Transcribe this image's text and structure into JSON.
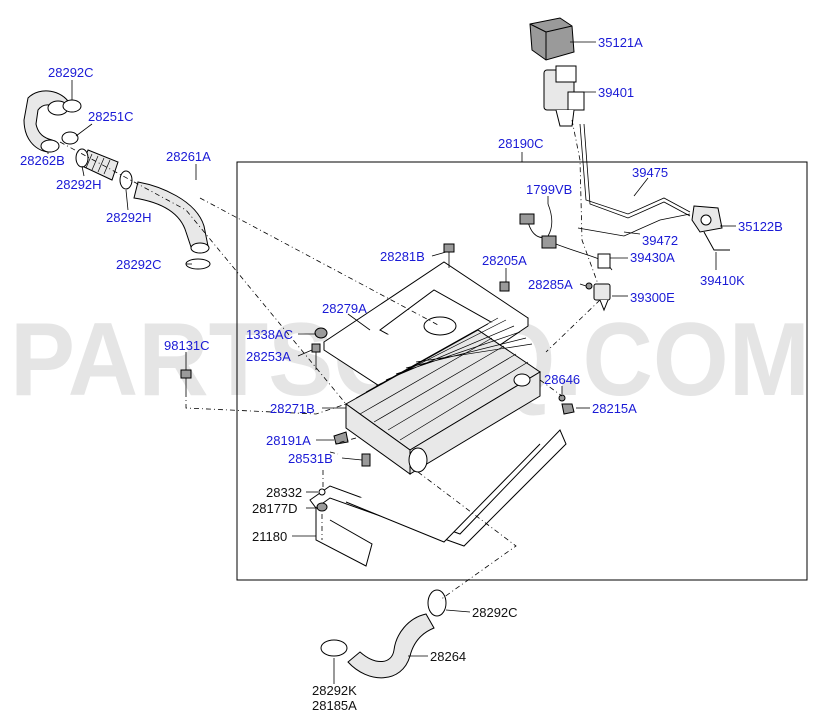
{
  "watermark": "PARTSOUQ.COM",
  "colors": {
    "callout_blue": "#1a1ad6",
    "callout_black": "#111111"
  },
  "callouts": {
    "c35121A": "35121A",
    "c39401": "39401",
    "c28292C_top": "28292C",
    "c28251C": "28251C",
    "c28190C": "28190C",
    "c28262B": "28262B",
    "c28261A": "28261A",
    "c28292H_a": "28292H",
    "c28292H_b": "28292H",
    "c39475": "39475",
    "c1799VB": "1799VB",
    "c35122B": "35122B",
    "c39472": "39472",
    "c28281B": "28281B",
    "c28205A": "28205A",
    "c39430A": "39430A",
    "c28292C_mid": "28292C",
    "c39410K": "39410K",
    "c28285A": "28285A",
    "c39300E": "39300E",
    "c28279A": "28279A",
    "c1338AC": "1338AC",
    "c98131C": "98131C",
    "c28253A": "28253A",
    "c28646": "28646",
    "c28271B": "28271B",
    "c28215A": "28215A",
    "c28191A": "28191A",
    "c28531B": "28531B",
    "c28332": "28332",
    "c28177D": "28177D",
    "c21180": "21180",
    "c28292C_low": "28292C",
    "c28264": "28264",
    "c28292K": "28292K",
    "c28185A": "28185A"
  }
}
